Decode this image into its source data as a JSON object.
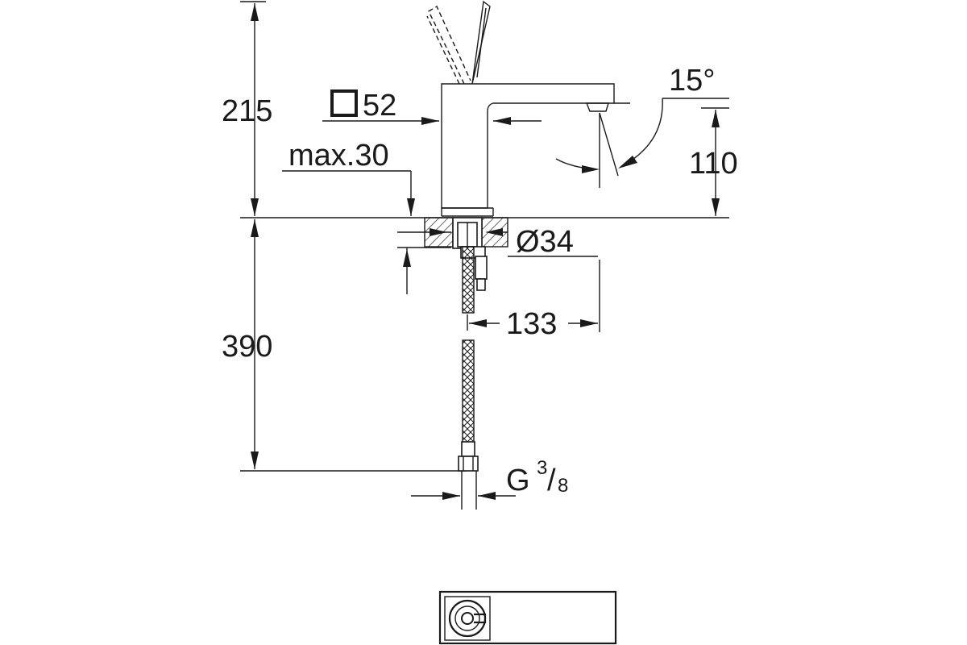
{
  "dimensions": {
    "height_above_deck": "215",
    "spout_square": "52",
    "max_deck_thickness": "max.30",
    "spout_angle": "15°",
    "spout_height": "110",
    "hole_diameter": "Ø34",
    "spout_projection": "133",
    "hose_length": "390",
    "connection_thread": "G",
    "thread_numerator": "3",
    "thread_separator": "/",
    "thread_denominator": "8"
  },
  "colors": {
    "line": "#1a1a1a",
    "background": "#ffffff"
  },
  "icons": {
    "square_symbol": "square-outline",
    "top_view_handle": "mixer-top-view"
  }
}
